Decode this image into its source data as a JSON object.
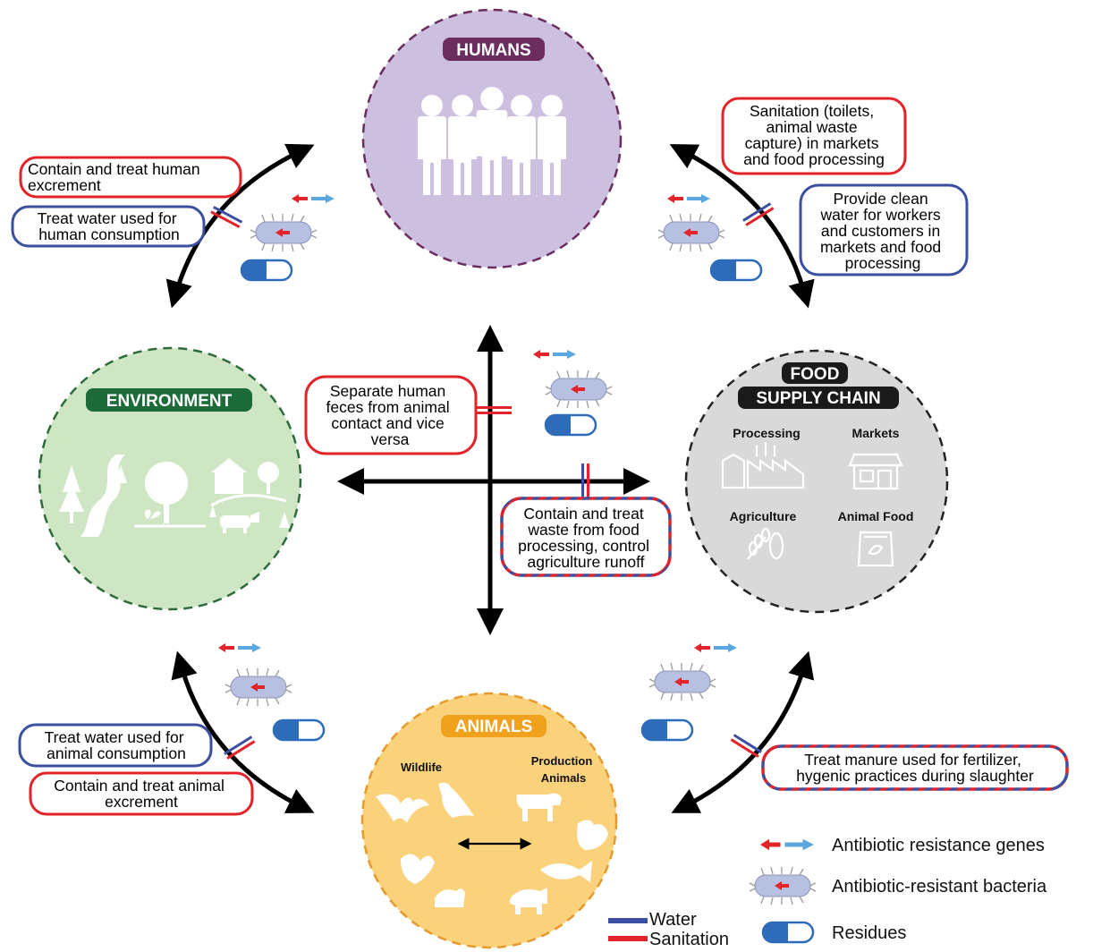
{
  "hubs": {
    "humans": {
      "label": "HUMANS",
      "fill": "#cdbfe0",
      "stroke": "#6a2d5e",
      "badge": "#6a2d5e"
    },
    "environment": {
      "label": "ENVIRONMENT",
      "fill": "#cfe6c4",
      "stroke": "#2e6b3a",
      "badge": "#1e6b3a"
    },
    "food": {
      "label_line1": "FOOD",
      "label_line2": "SUPPLY CHAIN",
      "fill": "#d9d9d9",
      "stroke": "#222222",
      "badge": "#1a1a1a",
      "items": [
        "Processing",
        "Markets",
        "Agriculture",
        "Animal Food"
      ]
    },
    "animals": {
      "label": "ANIMALS",
      "fill": "#fbd27c",
      "stroke": "#e59a2b",
      "badge": "#f0a21d",
      "wildlife": "Wildlife",
      "production_line1": "Production",
      "production_line2": "Animals"
    }
  },
  "boxes": {
    "human_excrement": {
      "lines": [
        "Contain and treat human",
        "excrement"
      ],
      "border": "#e2232a"
    },
    "human_water": {
      "lines": [
        "Treat water used for",
        "human consumption"
      ],
      "border": "#3b4fa0"
    },
    "sanitation_markets": {
      "lines": [
        "Sanitation (toilets,",
        "animal waste",
        "capture) in markets",
        "and food processing"
      ],
      "border": "#e2232a"
    },
    "clean_water": {
      "lines": [
        "Provide clean",
        "water for workers",
        "and customers in",
        "markets and food",
        "processing"
      ],
      "border": "#3b4fa0"
    },
    "separate_feces": {
      "lines": [
        "Separate human",
        "feces from animal",
        "contact and vice",
        "versa"
      ],
      "border": "#e2232a"
    },
    "food_waste": {
      "lines": [
        "Contain and treat",
        "waste from food",
        "processing, control",
        "agriculture runoff"
      ],
      "border": "mixed"
    },
    "animal_water": {
      "lines": [
        "Treat water used for",
        "animal consumption"
      ],
      "border": "#3b4fa0"
    },
    "animal_excrement": {
      "lines": [
        "Contain and treat animal",
        "excrement"
      ],
      "border": "#e2232a"
    },
    "manure": {
      "lines": [
        "Treat manure used for fertilizer,",
        "hygenic practices during slaughter"
      ],
      "border": "mixed"
    }
  },
  "legend": {
    "genes": "Antibiotic resistance genes",
    "bacteria": "Antibiotic-resistant bacteria",
    "residues": "Residues",
    "water": "Water",
    "sanitation": "Sanitation"
  },
  "colors": {
    "water": "#3b4fa0",
    "sanitation": "#e2232a",
    "gene_red": "#e2232a",
    "gene_blue": "#5aa6dd",
    "capsule": "#2e6bb8",
    "bacteria": "#b7c0e0"
  }
}
